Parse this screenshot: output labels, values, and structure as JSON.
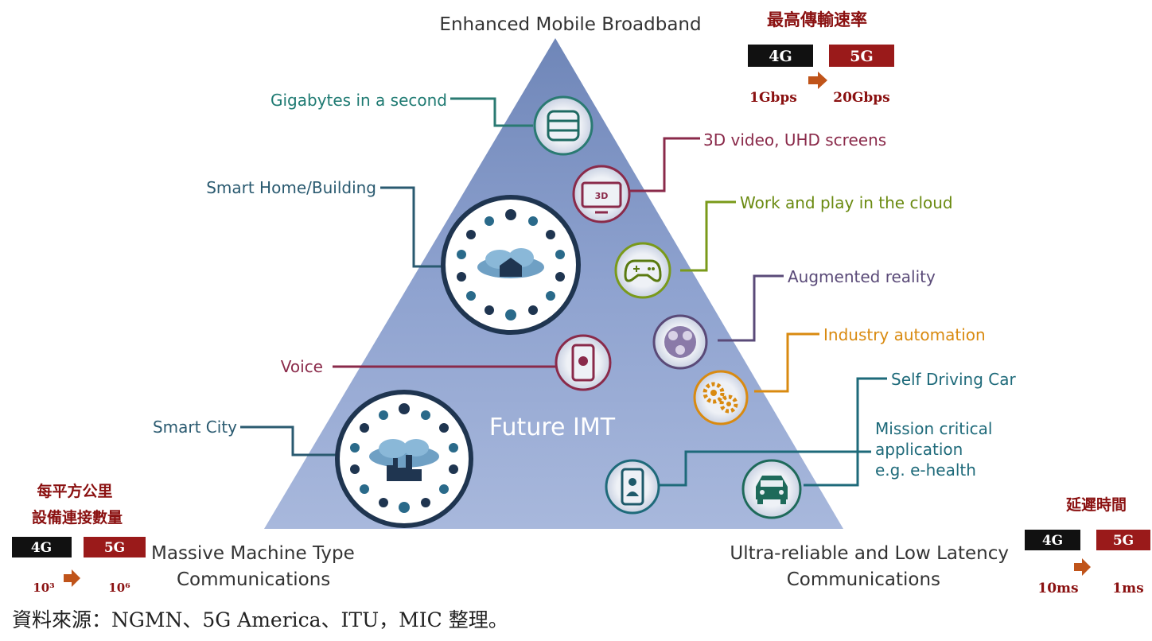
{
  "pyramid": {
    "top_label": "Enhanced Mobile Broadband",
    "left_label": [
      "Massive Machine Type",
      "Communications"
    ],
    "right_label": [
      "Ultra-reliable and Low Latency",
      "Communications"
    ],
    "center_label": "Future IMT"
  },
  "use_cases": {
    "gigabytes": "Gigabytes in a second",
    "video": "3D video, UHD screens",
    "video_badge": "3D",
    "smart_home": "Smart Home/Building",
    "cloud": "Work and play in the cloud",
    "ar": "Augmented reality",
    "industry": "Industry automation",
    "voice": "Voice",
    "self_driving": "Self Driving Car",
    "smart_city": "Smart City",
    "mission": [
      "Mission critical",
      "application",
      "e.g. e-health"
    ]
  },
  "comparisons": {
    "speed": {
      "title": "最高傳輸速率",
      "old": "4G",
      "new": "5G",
      "old_value": "1Gbps",
      "new_value": "20Gbps"
    },
    "density": {
      "title": [
        "每平方公里",
        "設備連接數量"
      ],
      "old": "4G",
      "new": "5G",
      "old_value": "10³",
      "new_value": "10⁶"
    },
    "latency": {
      "title": "延遲時間",
      "old": "4G",
      "new": "5G",
      "old_value": "10ms",
      "new_value": "1ms"
    }
  },
  "source": "資料來源：NGMN、5G America、ITU，MIC 整理。",
  "colors": {
    "pyramid": "#7b93c4",
    "teal": "#1e7a72",
    "burgundy": "#8a2a4a",
    "olive": "#7a9a1a",
    "purple": "#5a4a78",
    "orange": "#d98a10",
    "dark_red": "#8a1010"
  }
}
